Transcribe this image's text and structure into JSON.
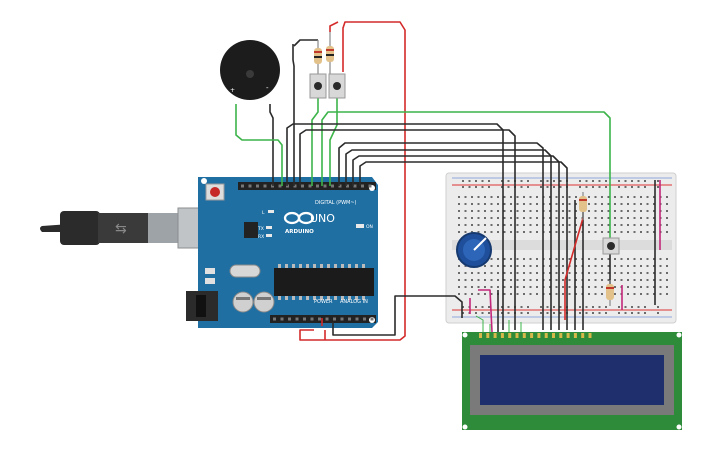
{
  "arduino": {
    "brand": "ARDUINO",
    "model": "UNO",
    "digital_label": "DIGITAL (PWM~)",
    "power_label": "POWER",
    "analog_label": "ANALOG IN",
    "on_label": "ON",
    "tx_label": "TX",
    "rx_label": "RX",
    "l_label": "L",
    "board_color": "#1f6fa3"
  },
  "buzzer": {
    "plus": "+",
    "minus": "-"
  },
  "lcd": {
    "screen_color": "#1f2f6e",
    "pcb_color": "#2e8b3a"
  },
  "colors": {
    "wire_red": "#d42a2a",
    "wire_black": "#2b2b2b",
    "wire_green": "#3cb44a",
    "wire_magenta": "#c2277a"
  }
}
